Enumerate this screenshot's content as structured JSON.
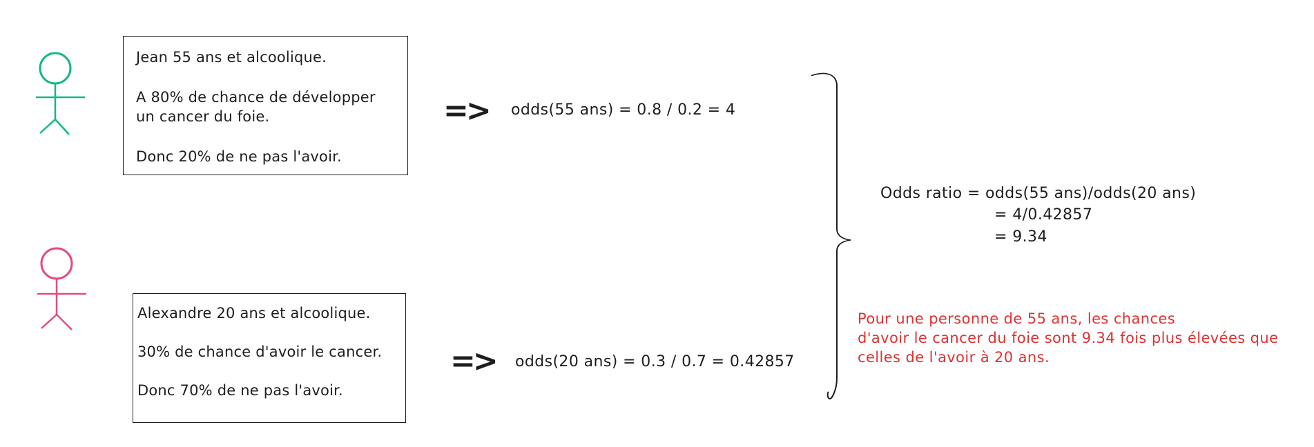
{
  "persons": [
    {
      "name": "jean",
      "color": "#12b886",
      "box_lines": [
        "Jean 55 ans et alcoolique.",
        "A 80% de chance de développer",
        "un cancer du foie.",
        "Donc 20% de ne pas l'avoir."
      ],
      "odds_text": "odds(55 ans) = 0.8 / 0.2 = 4"
    },
    {
      "name": "alexandre",
      "color": "#e64980",
      "box_lines": [
        "Alexandre 20 ans et alcoolique.",
        "30% de chance d'avoir le cancer.",
        "Donc 70% de ne pas l'avoir."
      ],
      "odds_text": "odds(20 ans) = 0.3 / 0.7 = 0.42857"
    }
  ],
  "arrow_symbol": "=>",
  "odds_ratio": {
    "line1": "Odds ratio = odds(55 ans)/odds(20 ans)",
    "line2": "=  4/0.42857",
    "line3": "= 9.34"
  },
  "conclusion": {
    "color": "#e03131",
    "lines": [
      "Pour une personne de 55 ans, les chances",
      "d'avoir le cancer du foie sont 9.34 fois plus élevées que",
      "celles de l'avoir à 20 ans."
    ]
  }
}
